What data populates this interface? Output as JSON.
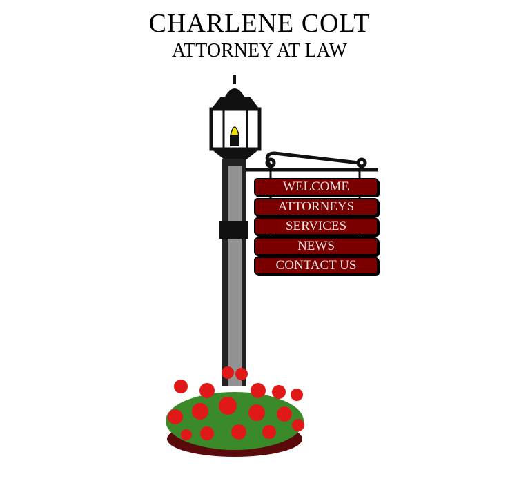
{
  "header": {
    "name": "CHARLENE COLT",
    "subtitle": "ATTORNEY AT LAW"
  },
  "nav": [
    {
      "label": "WELCOME"
    },
    {
      "label": "ATTORNEYS"
    },
    {
      "label": "SERVICES"
    },
    {
      "label": "NEWS"
    },
    {
      "label": "CONTACT US"
    }
  ],
  "colors": {
    "sign": "#7a0000",
    "flame": "#f0e000",
    "flowers": "#e01818",
    "leaves": "#3a8a2a"
  }
}
